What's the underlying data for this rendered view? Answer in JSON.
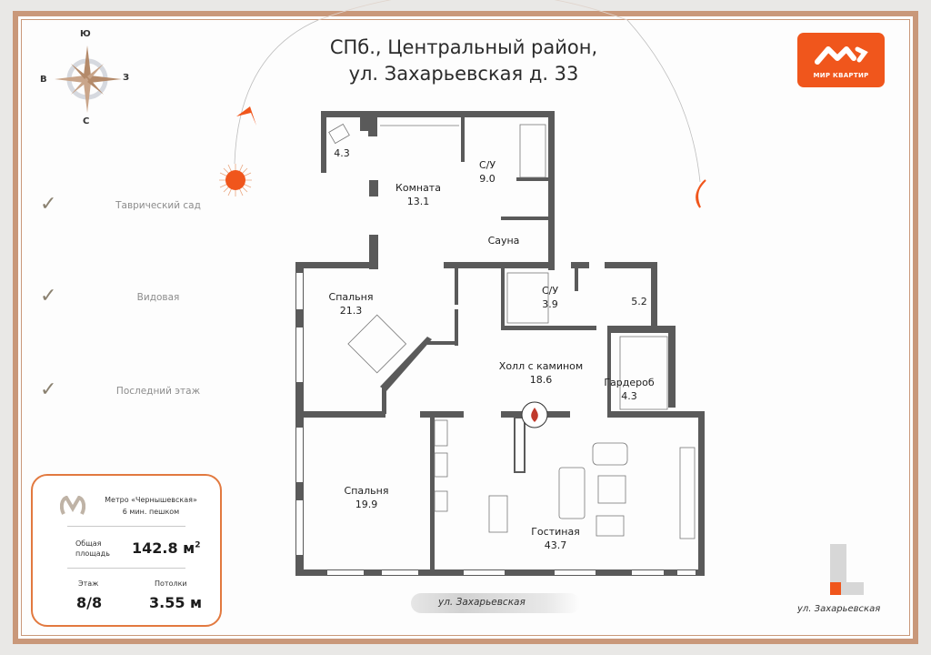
{
  "header": {
    "line1": "СПб., Центральный район,",
    "line2": "ул. Захарьевская д. 33"
  },
  "logo": {
    "text": "МИР КВАРТИР",
    "color": "#f0561c"
  },
  "compass": {
    "north_top": "Ю",
    "east_left": "В",
    "west_right": "З",
    "south_bottom": "С"
  },
  "sun_path": {
    "sun_color": "#f0561c",
    "moon_color": "#f0561c"
  },
  "features": [
    {
      "icon": "checkmark-icon",
      "label": "Таврический сад"
    },
    {
      "icon": "checkmark-icon",
      "label": "Видовая"
    },
    {
      "icon": "checkmark-icon",
      "label": "Последний этаж"
    }
  ],
  "info_card": {
    "metro_line1": "Метро «Чернышевская»",
    "metro_line2": "6 мин. пешком",
    "area_label_1": "Общая",
    "area_label_2": "площадь",
    "area_value": "142.8 м",
    "area_unit_sup": "2",
    "floor_label": "Этаж",
    "floor_value": "8/8",
    "ceiling_label": "Потолки",
    "ceiling_value": "3.55 м",
    "border_color": "#e2793f"
  },
  "rooms": [
    {
      "name": "",
      "area": "4.3"
    },
    {
      "name": "Комната",
      "area": "13.1"
    },
    {
      "name": "С/У",
      "area": "9.0"
    },
    {
      "name": "Сауна",
      "area": ""
    },
    {
      "name": "Спальня",
      "area": "21.3"
    },
    {
      "name": "С/У",
      "area": "3.9"
    },
    {
      "name": "",
      "area": "5.2"
    },
    {
      "name": "Холл с камином",
      "area": "18.6"
    },
    {
      "name": "Гардероб",
      "area": "4.3"
    },
    {
      "name": "Спальня",
      "area": "19.9"
    },
    {
      "name": "Гостиная",
      "area": "43.7"
    }
  ],
  "street_bottom": "ул. Захарьевская",
  "key_map": {
    "street": "ул. Захарьевская",
    "highlight_color": "#f0561c"
  }
}
